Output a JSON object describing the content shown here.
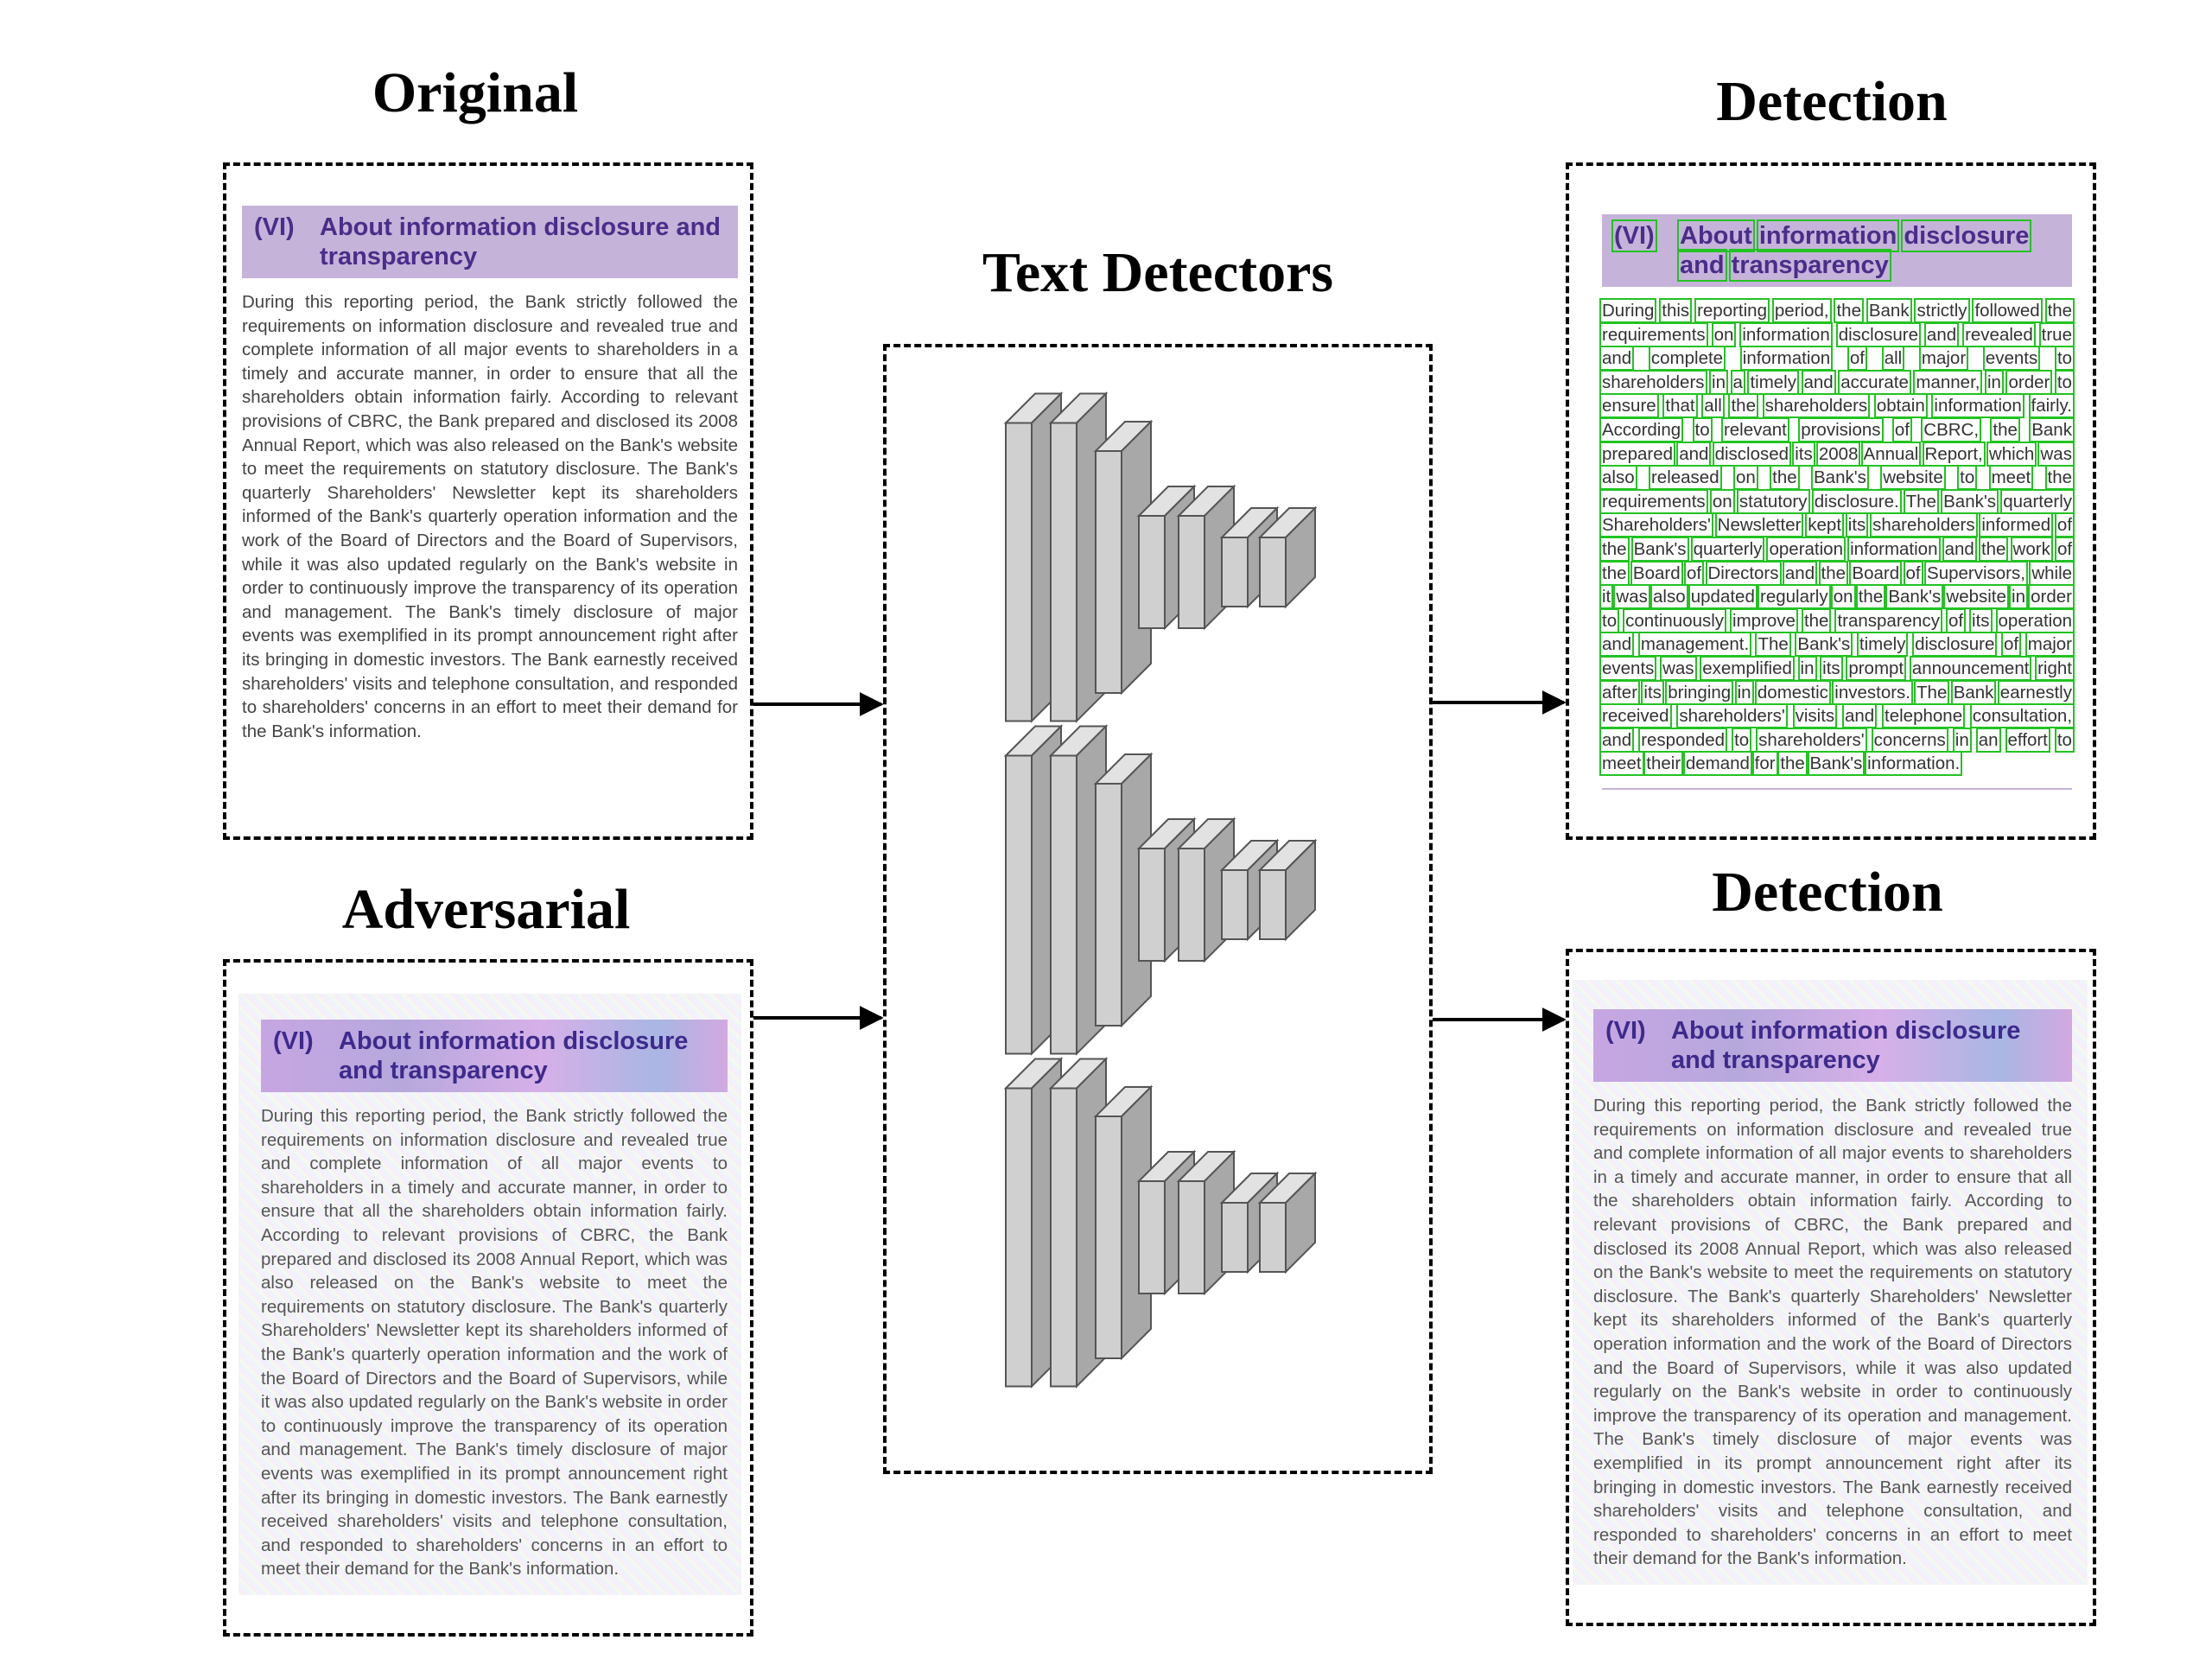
{
  "headings": {
    "original": "Original",
    "adversarial": "Adversarial",
    "text_detectors": "Text Detectors",
    "detection_top": "Detection",
    "detection_bottom": "Detection"
  },
  "document": {
    "title_num": "(VI)",
    "title_text": "About information disclosure and transparency",
    "body": "During this reporting period, the Bank strictly followed the requirements on information disclosure and revealed true and complete information of all major events to shareholders in a timely and accurate manner, in order to ensure that all the shareholders obtain information fairly. According to relevant provisions of CBRC, the Bank prepared and disclosed its 2008 Annual Report, which was also released on the Bank's website to meet the requirements on statutory disclosure. The Bank's quarterly Shareholders' Newsletter kept its shareholders informed of the Bank's quarterly operation information and the work of the Board of Directors and the Board of Supervisors, while it was also updated regularly on the Bank's website in order to continuously improve the transparency of its operation and management. The Bank's timely disclosure of major events was exemplified in its prompt announcement right after its bringing in domestic investors. The Bank earnestly received shareholders' visits and telephone consultation, and responded to shareholders' concerns in an effort to meet their demand for the Bank's information."
  },
  "colors": {
    "title_band": "#c6b3d9",
    "title_text": "#4a2d8a",
    "detection_box": "#22c322",
    "network_block_front": "#d0d0d0",
    "network_block_side": "#a8a8a8"
  },
  "network": {
    "count": 3,
    "icon": "cnn-block-icon"
  }
}
